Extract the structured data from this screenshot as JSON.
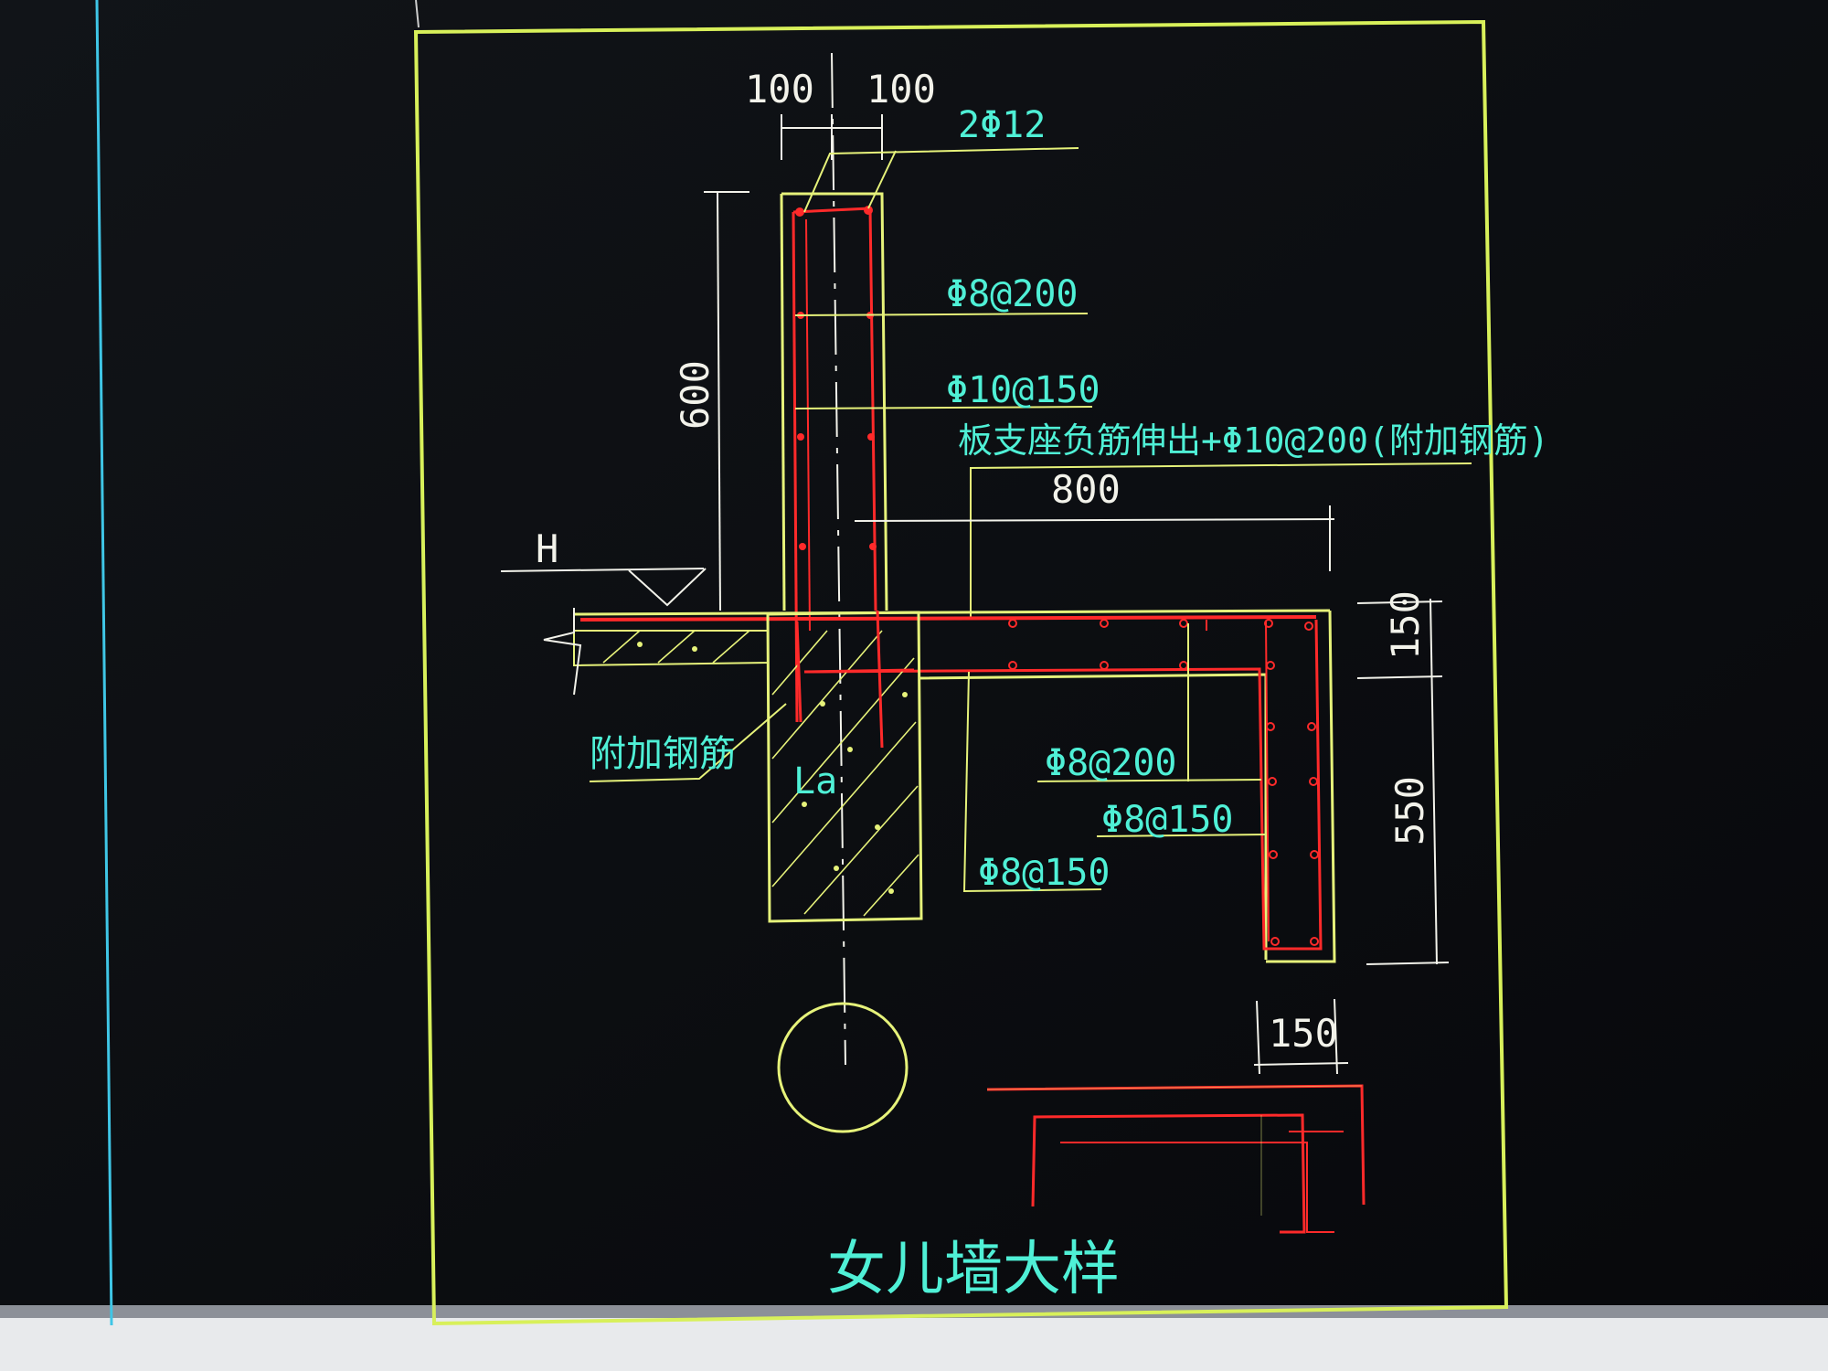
{
  "drawing": {
    "title": "女儿墙大样",
    "dimensions": {
      "top_left": "100",
      "top_right": "100",
      "height_600": "600",
      "span_800": "800",
      "beam_150_v": "150",
      "beam_550_v": "550",
      "beam_150_h": "150"
    },
    "rebar_labels": {
      "top_bars": "2Φ12",
      "stirrup_wall": "Φ8@200",
      "vertical_wall": "Φ10@150",
      "slab_note": "板支座负筋伸出+Φ10@200(附加钢筋)",
      "added_bar": "附加钢筋",
      "beam_a": "Φ8@200",
      "beam_b": "Φ8@150",
      "beam_c": "Φ8@150"
    },
    "markers": {
      "elevation": "H",
      "anchor": "La"
    },
    "colors": {
      "frame": "#d8f05a",
      "rebar": "#ff2a2a",
      "text": "#4ff0d6",
      "leader": "#e6f27a",
      "screen_edge": "#3fc6e6"
    }
  }
}
